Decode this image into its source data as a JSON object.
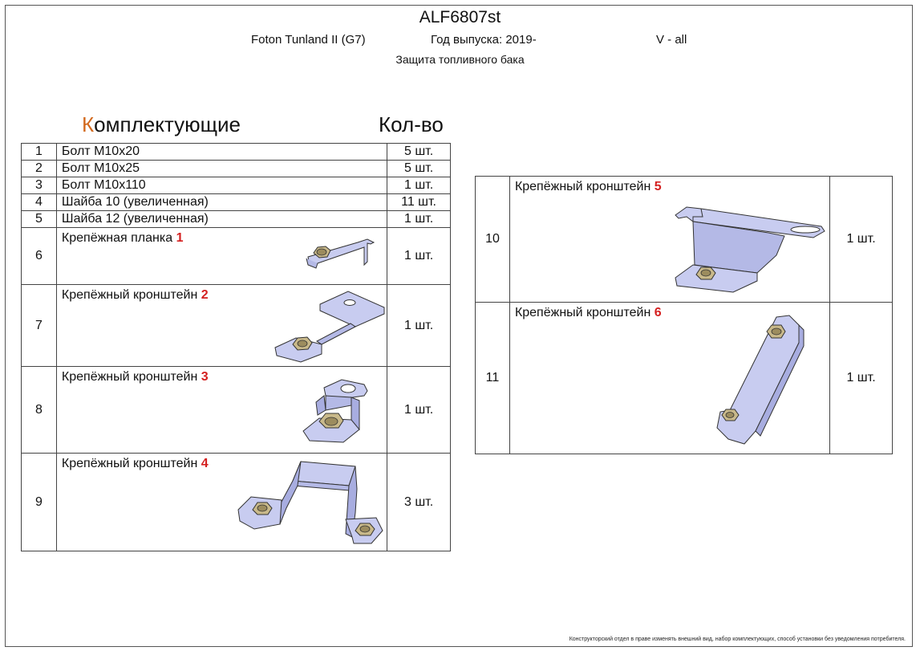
{
  "header": {
    "code": "ALF6807st",
    "vehicle": "Foton Tunland II (G7)",
    "year": "Год выпуска: 2019-",
    "version": "V - all",
    "subtitle": "Защита топливного бака"
  },
  "section": {
    "title_first_letter": "К",
    "title_rest": "омплектующие",
    "qty_header": "Кол-во"
  },
  "left_table": {
    "simple_rows": [
      {
        "num": "1",
        "name": "Болт М10х20",
        "qty": "5 шт."
      },
      {
        "num": "2",
        "name": "Болт М10х25",
        "qty": "5 шт."
      },
      {
        "num": "3",
        "name": "Болт М10х110",
        "qty": "1 шт."
      },
      {
        "num": "4",
        "name": "Шайба 10 (увеличенная)",
        "qty": "11 шт."
      },
      {
        "num": "5",
        "name": "Шайба 12 (увеличенная)",
        "qty": "1 шт."
      }
    ],
    "image_rows": [
      {
        "num": "6",
        "name": "Крепёжная планка",
        "badge": "1",
        "qty": "1 шт."
      },
      {
        "num": "7",
        "name": "Крепёжный кронштейн",
        "badge": "2",
        "qty": "1 шт."
      },
      {
        "num": "8",
        "name": "Крепёжный кронштейн",
        "badge": "3",
        "qty": "1 шт."
      },
      {
        "num": "9",
        "name": "Крепёжный кронштейн",
        "badge": "4",
        "qty": "3 шт."
      }
    ]
  },
  "right_table": {
    "rows": [
      {
        "num": "10",
        "name": "Крепёжный кронштейн",
        "badge": "5",
        "qty": "1 шт."
      },
      {
        "num": "11",
        "name": "Крепёжный кронштейн",
        "badge": "6",
        "qty": "1 шт."
      }
    ]
  },
  "footnote": "Конструкторский отдел в праве изменять внешний вид, набор комплектующих, способ установки без уведомления потребителя.",
  "colors": {
    "part_fill": "#c8ccf0",
    "part_stroke": "#333333",
    "nut_fill": "#c9b98a",
    "accent_badge": "#d42020",
    "title_accent": "#d2691e"
  }
}
